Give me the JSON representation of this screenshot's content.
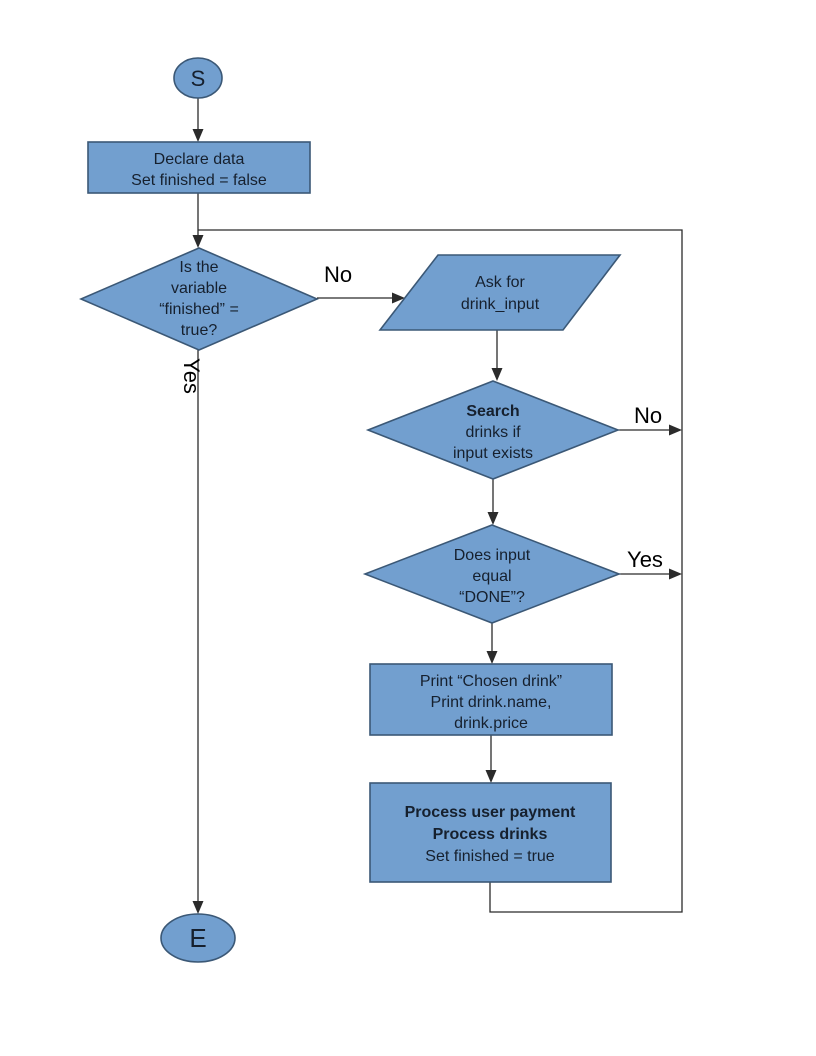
{
  "diagram": {
    "type": "flowchart",
    "colors": {
      "node_fill": "#729fcf",
      "node_stroke": "#3b5876",
      "line": "#2b2b2b",
      "node_text": "#16202e",
      "label_text": "#000000"
    },
    "nodes": {
      "start": {
        "label": "S"
      },
      "declare": {
        "lines": [
          "Declare data",
          "Set finished = false"
        ]
      },
      "finished_check": {
        "lines": [
          "Is the",
          "variable",
          "“finished” =",
          "true?"
        ]
      },
      "ask_input": {
        "lines": [
          "Ask for",
          "drink_input"
        ]
      },
      "search": {
        "lines": [
          "Search",
          "drinks if",
          "input exists"
        ]
      },
      "done_check": {
        "lines": [
          "Does input",
          "equal",
          "“DONE”?"
        ]
      },
      "print_drink": {
        "lines": [
          "Print “Chosen drink”",
          "Print drink.name,",
          "drink.price"
        ]
      },
      "process": {
        "lines": [
          "Process user payment",
          "Process drinks",
          "Set finished = true"
        ]
      },
      "end": {
        "label": "E"
      }
    },
    "edge_labels": {
      "finished_no": "No",
      "finished_yes": "Yes",
      "search_no": "No",
      "done_yes": "Yes"
    }
  }
}
